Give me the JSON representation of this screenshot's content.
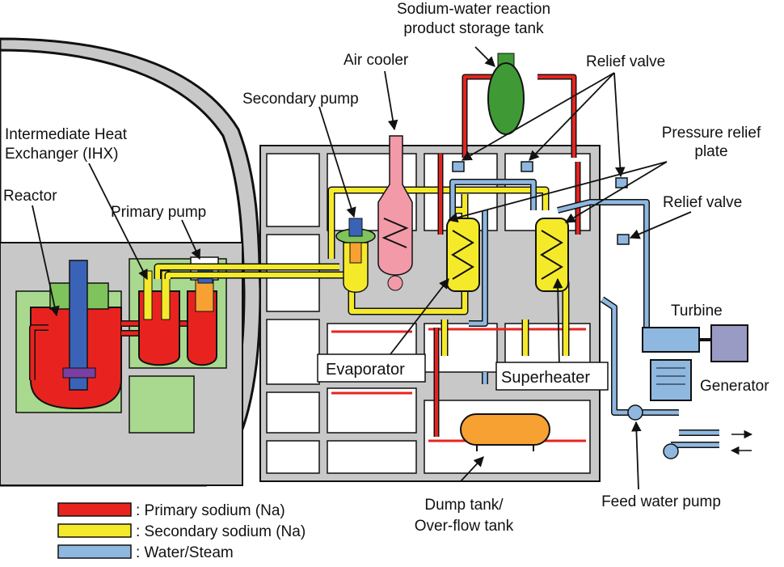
{
  "labels": {
    "storage_tank_line1": "Sodium-water reaction",
    "storage_tank_line2": "product storage tank",
    "air_cooler": "Air cooler",
    "relief_valve_top": "Relief valve",
    "secondary_pump": "Secondary pump",
    "pressure_relief_line1": "Pressure relief",
    "pressure_relief_line2": "plate",
    "ihx_line1": "Intermediate Heat",
    "ihx_line2": "Exchanger (IHX)",
    "relief_valve_right": "Relief valve",
    "reactor": "Reactor",
    "primary_pump": "Primary pump",
    "turbine": "Turbine",
    "evaporator": "Evaporator",
    "superheater": "Superheater",
    "generator": "Generator",
    "dump_tank_line1": "Dump tank/",
    "dump_tank_line2": "Over-flow tank",
    "feed_water_pump": "Feed water pump"
  },
  "legend": [
    {
      "label": ": Primary sodium (Na)",
      "color": "#e8231f"
    },
    {
      "label": ": Secondary sodium (Na)",
      "color": "#f5ea2a"
    },
    {
      "label": ": Water/Steam",
      "color": "#8fb8e0"
    }
  ],
  "colors": {
    "primary_sodium": "#e8231f",
    "secondary_sodium": "#f5ea2a",
    "water_steam": "#8fb8e0",
    "building": "#c8c8c8",
    "containment_floor": "#a9d98f",
    "storage_tank": "#3f9a35",
    "air_cooler": "#f29aa8",
    "dump_tank": "#f7a133",
    "pump_motor": "#3a63b8"
  }
}
